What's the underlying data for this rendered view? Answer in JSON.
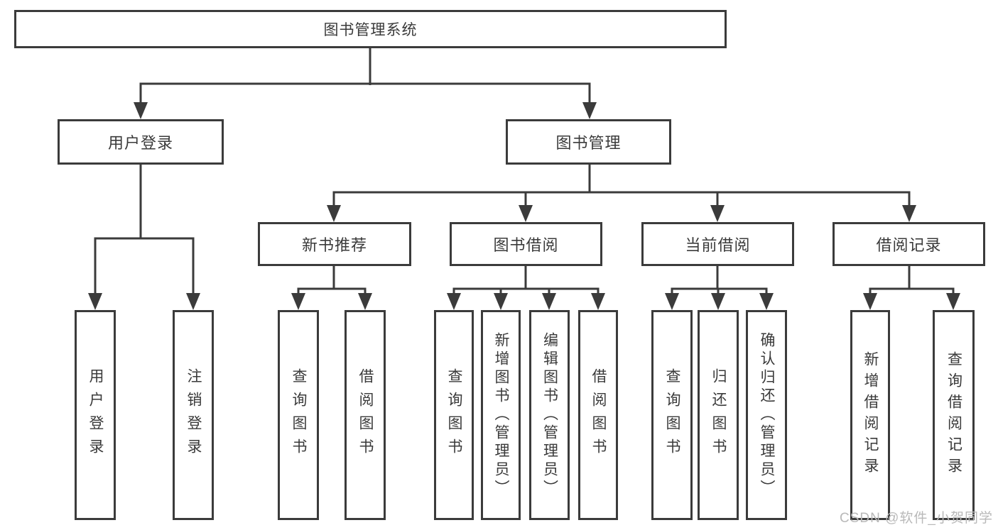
{
  "diagram": {
    "root": "图书管理系统",
    "user_login": {
      "label": "用户登录",
      "children": [
        "用户登录",
        "注销登录"
      ]
    },
    "book_mgmt": {
      "label": "图书管理"
    },
    "new_book_rec": {
      "label": "新书推荐",
      "children": [
        "查询图书",
        "借阅图书"
      ]
    },
    "book_borrow": {
      "label": "图书借阅",
      "children": [
        "查询图书",
        "新增图书（管理员）",
        "编辑图书（管理员）",
        "借阅图书"
      ]
    },
    "current_borrow": {
      "label": "当前借阅",
      "children": [
        "查询图书",
        "归还图书",
        "确认归还（管理员）"
      ]
    },
    "borrow_records": {
      "label": "借阅记录",
      "children": [
        "新增借阅记录",
        "查询借阅记录"
      ]
    }
  },
  "watermark": "CSDN @软件_小贺同学",
  "colors": {
    "line": "#3b3b3b",
    "box_border": "#3b3b3b",
    "text": "#3a3a3a",
    "watermark": "#b9b9b9",
    "background": "#ffffff"
  }
}
